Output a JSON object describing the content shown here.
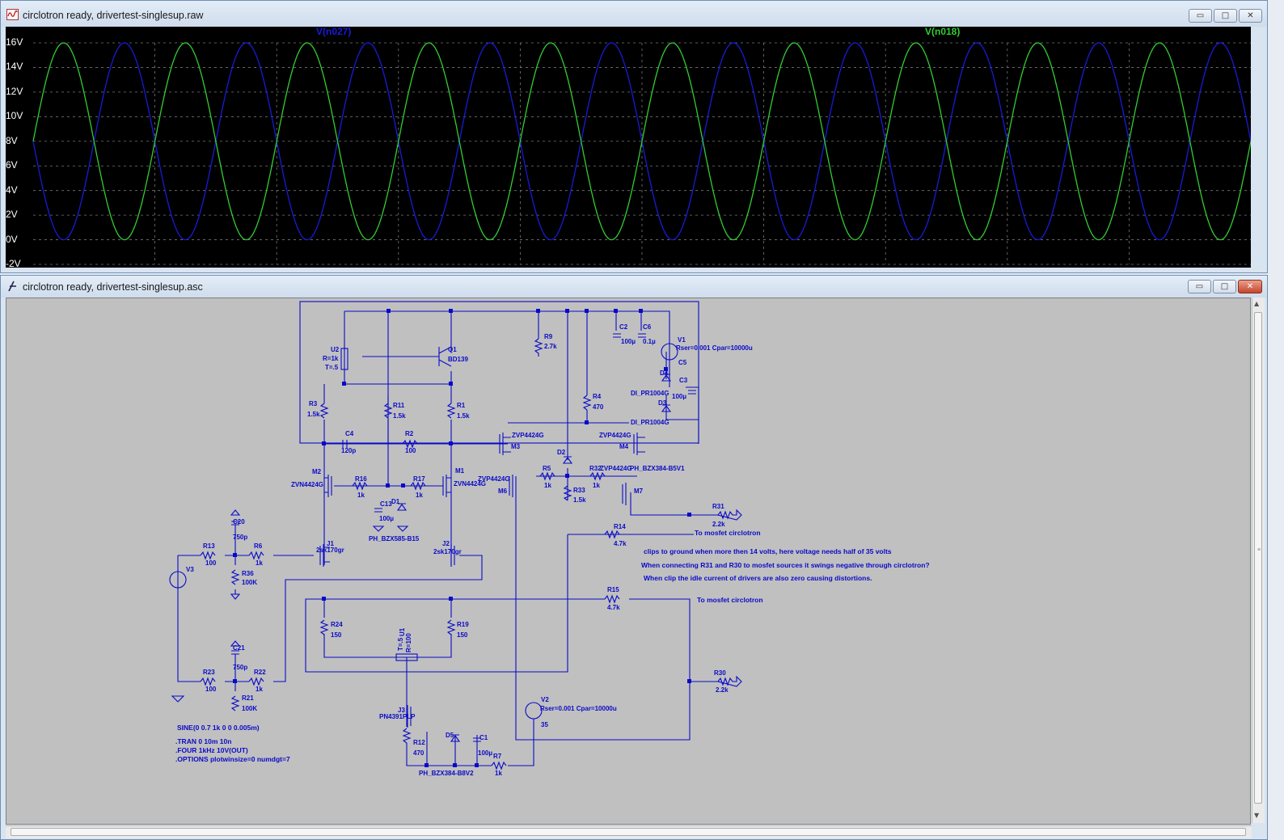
{
  "plot_window": {
    "title": "circlotron ready, drivertest-singlesup.raw",
    "icon": "waveform-viewer-icon",
    "buttons": {
      "minimize": "▭",
      "maximize": "□",
      "close": "✕"
    }
  },
  "schematic_window": {
    "title": "circlotron ready, drivertest-singlesup.asc",
    "icon": "ltspice-schematic-icon",
    "buttons": {
      "minimize": "▭",
      "maximize": "□",
      "close": "✕"
    }
  },
  "colors": {
    "plot_bg": "#000000",
    "v_n027": "#1a1ad8",
    "v_n018": "#33cc33",
    "schematic_bg": "#c0c0c0",
    "wire": "#0a0ac8"
  },
  "chart_data": {
    "type": "line",
    "title": "",
    "xlabel": "",
    "ylabel": "",
    "y_ticks": [
      "16V",
      "14V",
      "12V",
      "10V",
      "8V",
      "6V",
      "4V",
      "2V",
      "0V",
      "-2V"
    ],
    "ylim": [
      -2,
      16
    ],
    "grid": true,
    "series": [
      {
        "name": "V(n027)",
        "offset": 8,
        "amplitude": 8,
        "cycles": 10,
        "phase": "inverted"
      },
      {
        "name": "V(n018)",
        "offset": 8,
        "amplitude": 8,
        "cycles": 10,
        "phase": "normal"
      }
    ]
  },
  "schematic": {
    "components": [
      {
        "ref": "U2",
        "value": "R=1k",
        "extra": "T=.5"
      },
      {
        "ref": "Q1",
        "value": "BD139"
      },
      {
        "ref": "R9",
        "value": "2.7k"
      },
      {
        "ref": "C2",
        "value": "100µ"
      },
      {
        "ref": "C6",
        "value": "0.1µ"
      },
      {
        "ref": "V1",
        "value": "Rser=0.001 Cpar=10000u"
      },
      {
        "ref": "C5",
        "value": ""
      },
      {
        "ref": "D4",
        "value": "DI_PR1004G"
      },
      {
        "ref": "C3",
        "value": "100µ"
      },
      {
        "ref": "D3",
        "value": "DI_PR1004G"
      },
      {
        "ref": "R3",
        "value": "1.5k"
      },
      {
        "ref": "R11",
        "value": "1.5k"
      },
      {
        "ref": "R1",
        "value": "1.5k"
      },
      {
        "ref": "R4",
        "value": "470"
      },
      {
        "ref": "C4",
        "value": "120p"
      },
      {
        "ref": "R2",
        "value": "100"
      },
      {
        "ref": "M3",
        "value": "ZVP4424G"
      },
      {
        "ref": "M4",
        "value": "ZVP4424G"
      },
      {
        "ref": "D2",
        "value": "PH_BZX384-B5V1"
      },
      {
        "ref": "M2",
        "value": "ZVN4424G"
      },
      {
        "ref": "R16",
        "value": "1k"
      },
      {
        "ref": "R17",
        "value": "1k"
      },
      {
        "ref": "M1",
        "value": "ZVN4424G"
      },
      {
        "ref": "R5",
        "value": "1k"
      },
      {
        "ref": "R32",
        "value": "1k"
      },
      {
        "ref": "R33",
        "value": "1.5k"
      },
      {
        "ref": "M6",
        "value": "ZVP4424G"
      },
      {
        "ref": "M7",
        "value": "ZVP4424G"
      },
      {
        "ref": "C13",
        "value": "100µ"
      },
      {
        "ref": "D1",
        "value": "PH_BZX585-B15"
      },
      {
        "ref": "R31",
        "value": "2.2k"
      },
      {
        "ref": "R14",
        "value": "4.7k"
      },
      {
        "ref": "C20",
        "value": "750p"
      },
      {
        "ref": "R13",
        "value": "100"
      },
      {
        "ref": "R6",
        "value": "1k"
      },
      {
        "ref": "R36",
        "value": "100K"
      },
      {
        "ref": "V3",
        "value": ""
      },
      {
        "ref": "J1",
        "value": "2sk170gr"
      },
      {
        "ref": "J2",
        "value": "2sk170gr"
      },
      {
        "ref": "R15",
        "value": "4.7k"
      },
      {
        "ref": "R24",
        "value": "150"
      },
      {
        "ref": "R19",
        "value": "150"
      },
      {
        "ref": "C21",
        "value": "750p"
      },
      {
        "ref": "R23",
        "value": "100"
      },
      {
        "ref": "R22",
        "value": "1k"
      },
      {
        "ref": "R21",
        "value": "100K"
      },
      {
        "ref": "J3",
        "value": "PN4391PLP"
      },
      {
        "ref": "R12",
        "value": "470"
      },
      {
        "ref": "D5",
        "value": "PH_BZX384-B8V2"
      },
      {
        "ref": "C1",
        "value": "100µ"
      },
      {
        "ref": "R7",
        "value": "1k"
      },
      {
        "ref": "V2",
        "value": "Rser=0.001 Cpar=10000u",
        "extra": "35"
      },
      {
        "ref": "R30",
        "value": "2.2k"
      },
      {
        "ref": "U1",
        "value": "R=100",
        "extra": "T=.5"
      }
    ],
    "notes": [
      "To mosfet circlotron",
      "clips to ground when more then 14 volts, here voltage needs half of 35 volts",
      "When connecting R31 and R30 to mosfet sources it swings negative through circlotron?",
      "When clip the idle current of drivers are also zero causing distortions.",
      "To mosfet circlotron"
    ],
    "directives": [
      "SINE(0 0.7 1k 0 0 0.005m)",
      ".TRAN 0 10m 10n",
      ".FOUR 1kHz 10V(OUT)",
      ".OPTIONS plotwinsize=0 numdgt=7"
    ]
  }
}
